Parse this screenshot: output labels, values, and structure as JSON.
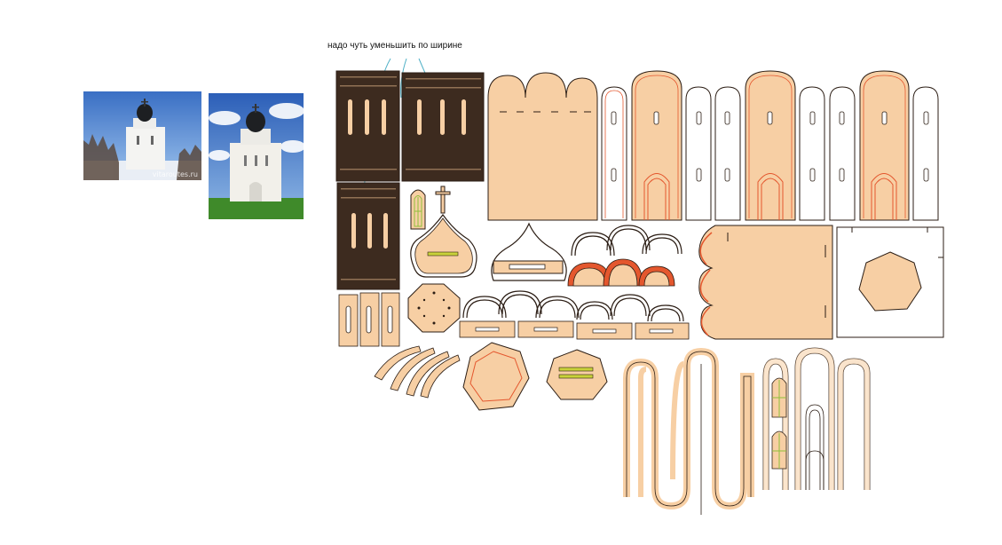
{
  "annotation": {
    "text": "надо чуть уменьшить по ширине"
  },
  "photos": [
    {
      "subject": "white-stone-church-with-dark-dome",
      "watermark": "vitaroutes.ru"
    },
    {
      "subject": "white-stone-church-closeup"
    }
  ],
  "colors": {
    "plywood": "#f7cfa4",
    "plywood_dark": "#3d2b1f",
    "outline": "#2b1d14",
    "cut_red": "#e4572e",
    "annotation_arrow": "#4fb0c6",
    "window_green": "#8fbf3a"
  }
}
